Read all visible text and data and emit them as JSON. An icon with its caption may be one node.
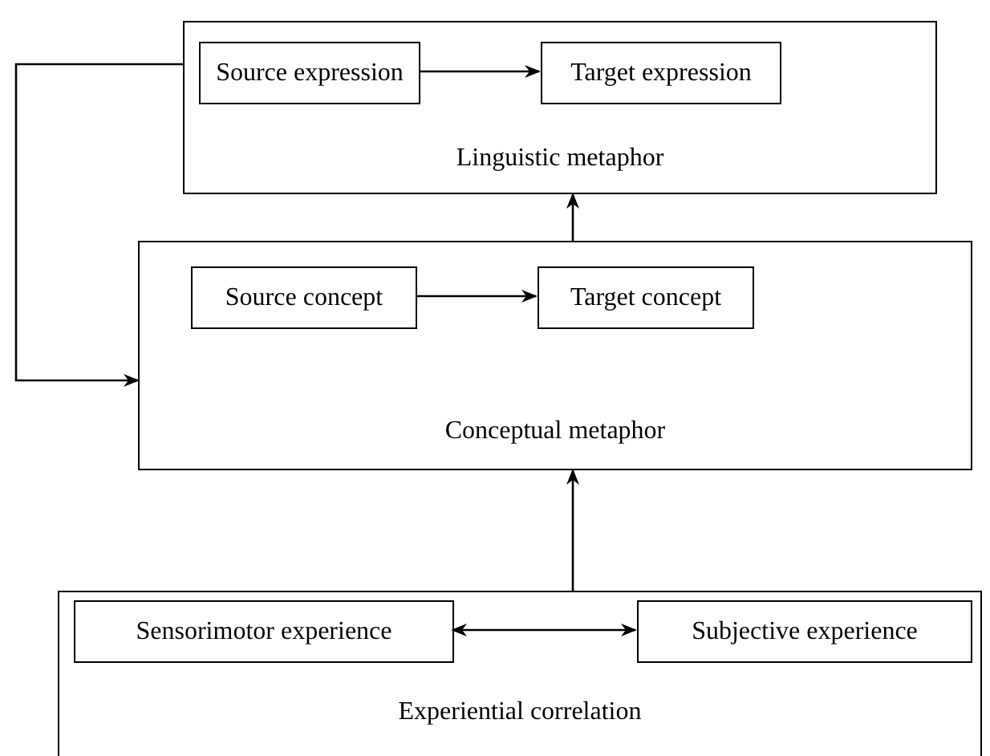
{
  "diagram": {
    "nodes": [
      {
        "text": [
          "Linguistic metaphor"
        ]
      },
      {
        "text": [
          "Source expression"
        ],
        "in": 0
      },
      {
        "text": [
          "Target expression"
        ],
        "in": 0
      },
      {
        "text": [
          "Conceptual metaphor"
        ]
      },
      {
        "text": [
          "Source concept"
        ],
        "in": 3
      },
      {
        "text": [
          "Target concept"
        ],
        "in": 3
      },
      {
        "text": [
          "Experiential correlation"
        ]
      },
      {
        "text": [
          "Sensorimotor experience"
        ],
        "in": 6
      },
      {
        "text": [
          "Subjective experience"
        ],
        "in": 6
      }
    ],
    "edges": [
      {
        "from": 1,
        "to": 2,
        "arrow": "to"
      },
      {
        "from": 3,
        "to": 0,
        "arrow": "to"
      },
      {
        "from": 0,
        "to": 3,
        "arrow": "to"
      },
      {
        "from": 4,
        "to": 5,
        "arrow": "to"
      },
      {
        "from": 6,
        "to": 3,
        "arrow": "to"
      },
      {
        "from": 7,
        "to": 8,
        "arrow": "both"
      }
    ]
  }
}
